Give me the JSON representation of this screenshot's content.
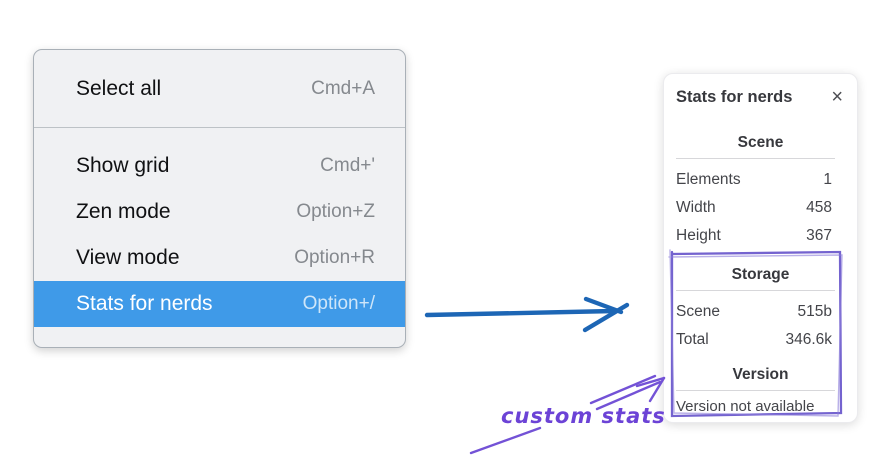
{
  "menu": {
    "items": [
      {
        "label": "Select all",
        "shortcut": "Cmd+A",
        "highlighted": false
      },
      {
        "label": "Show grid",
        "shortcut": "Cmd+'",
        "highlighted": false
      },
      {
        "label": "Zen mode",
        "shortcut": "Option+Z",
        "highlighted": false
      },
      {
        "label": "View mode",
        "shortcut": "Option+R",
        "highlighted": false
      },
      {
        "label": "Stats for nerds",
        "shortcut": "Option+/",
        "highlighted": true
      }
    ]
  },
  "stats_panel": {
    "title": "Stats for nerds",
    "close_icon": "×",
    "scene": {
      "header": "Scene",
      "rows": [
        {
          "label": "Elements",
          "value": "1"
        },
        {
          "label": "Width",
          "value": "458"
        },
        {
          "label": "Height",
          "value": "367"
        }
      ]
    },
    "storage": {
      "header": "Storage",
      "rows": [
        {
          "label": "Scene",
          "value": "515b"
        },
        {
          "label": "Total",
          "value": "346.6k"
        }
      ]
    },
    "version": {
      "header": "Version",
      "note": "Version not available"
    }
  },
  "annotation": {
    "label": "custom stats"
  },
  "colors": {
    "menu_highlight": "#3f9ae8",
    "menu_background": "#f0f1f3",
    "arrow_blue": "#1d66b5",
    "annotation_purple": "#6c43d6",
    "box_purple": "#7463cf"
  }
}
